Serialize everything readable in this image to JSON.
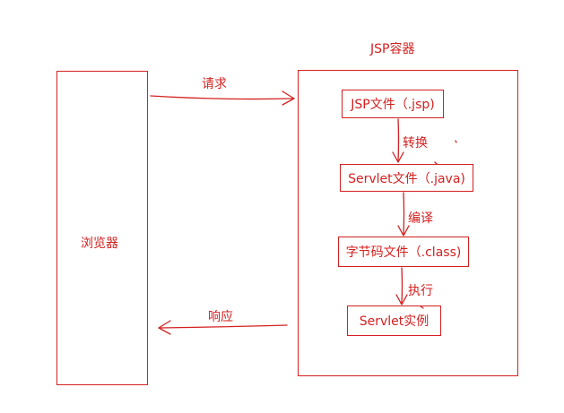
{
  "diagram": {
    "container_title": "JSP容器",
    "browser_label": "浏览器",
    "request_label": "请求",
    "response_label": "响应",
    "nodes": {
      "jsp_file": "JSP文件（.jsp)",
      "servlet_file": "Servlet文件（.java)",
      "bytecode_file": "字节码文件（.class)",
      "servlet_instance": "Servlet实例"
    },
    "steps": {
      "convert": "转换",
      "compile": "编译",
      "execute": "执行"
    },
    "color": "#d42020"
  }
}
